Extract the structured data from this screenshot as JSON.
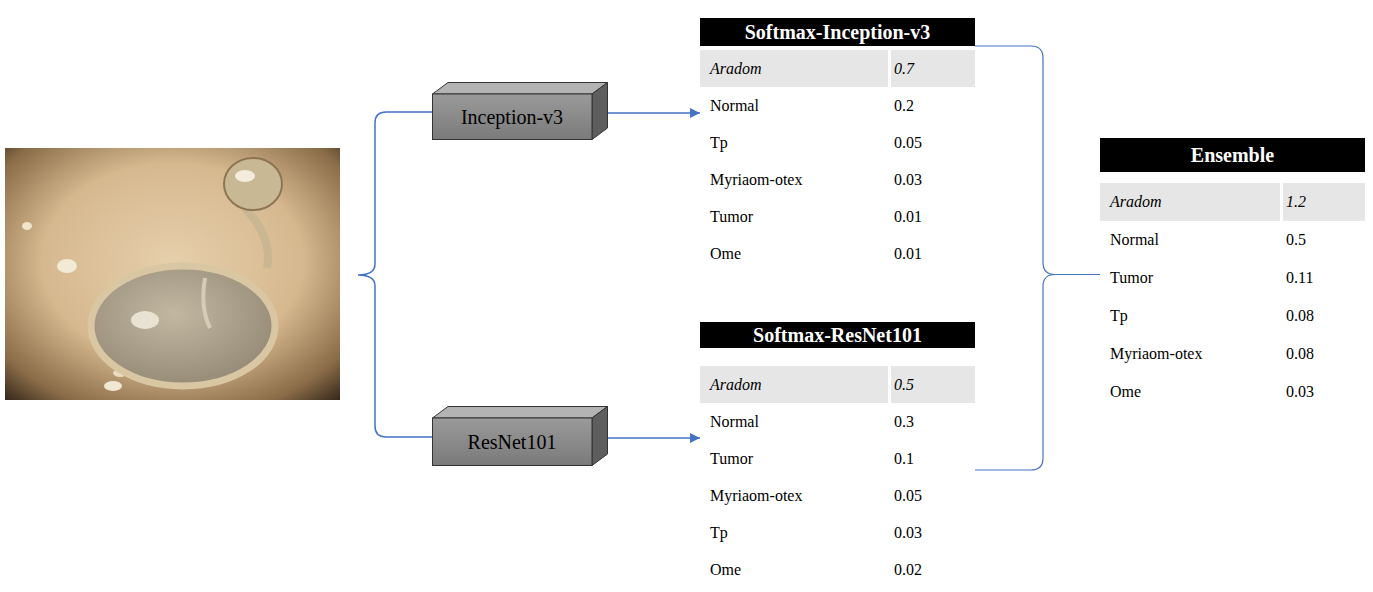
{
  "diagram": {
    "nodes": [
      {
        "text": [
          "Inception-v3"
        ]
      },
      {
        "text": [
          "ResNet101"
        ]
      },
      {
        "text": [
          "Softmax-Inception-v3"
        ]
      },
      {
        "text": [
          "Softmax-ResNet101"
        ]
      },
      {
        "text": [
          "Ensemble"
        ]
      }
    ],
    "edges": [
      {
        "from": 0,
        "to": 2,
        "arrow": "to"
      },
      {
        "from": 1,
        "to": 3,
        "arrow": "to"
      },
      {
        "from": 2,
        "to": 4,
        "arrow": "none"
      },
      {
        "from": 3,
        "to": 4,
        "arrow": "none"
      }
    ],
    "labels": [
      "Aradom",
      "0.7",
      "Normal",
      "0.2",
      "Tp",
      "0.05",
      "Myriaom-otex",
      "0.03",
      "Tumor",
      "0.01",
      "Ome",
      "0.01",
      "Aradom",
      "0.5",
      "Normal",
      "0.3",
      "Tumor",
      "0.1",
      "Myriaom-otex",
      "0.05",
      "Tp",
      "0.03",
      "Ome",
      "0.02",
      "Aradom",
      "1.2",
      "Normal",
      "0.5",
      "Tumor",
      "0.11",
      "Tp",
      "0.08",
      "Myriaom-otex",
      "0.08",
      "Ome",
      "0.03"
    ]
  }
}
